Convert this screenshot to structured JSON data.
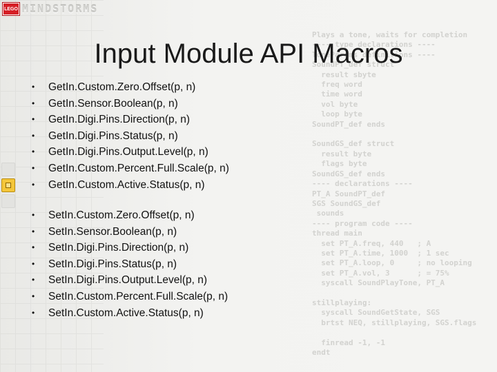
{
  "brand": {
    "badge": "LEGO",
    "name": "MINDSTORMS"
  },
  "title": "Input Module API Macros",
  "bullet_glyph": "•",
  "get_macros": [
    "GetIn.Custom.Zero.Offset(p, n)",
    "GetIn.Sensor.Boolean(p, n)",
    "GetIn.Digi.Pins.Direction(p, n)",
    "GetIn.Digi.Pins.Status(p, n)",
    "GetIn.Digi.Pins.Output.Level(p, n)",
    "GetIn.Custom.Percent.Full.Scale(p, n)",
    "GetIn.Custom.Active.Status(p, n)"
  ],
  "set_macros": [
    "SetIn.Custom.Zero.Offset(p, n)",
    "SetIn.Sensor.Boolean(p, n)",
    "SetIn.Digi.Pins.Direction(p, n)",
    "SetIn.Digi.Pins.Status(p, n)",
    "SetIn.Digi.Pins.Output.Level(p, n)",
    "SetIn.Custom.Percent.Full.Scale(p, n)",
    "SetIn.Custom.Active.Status(p, n)"
  ]
}
